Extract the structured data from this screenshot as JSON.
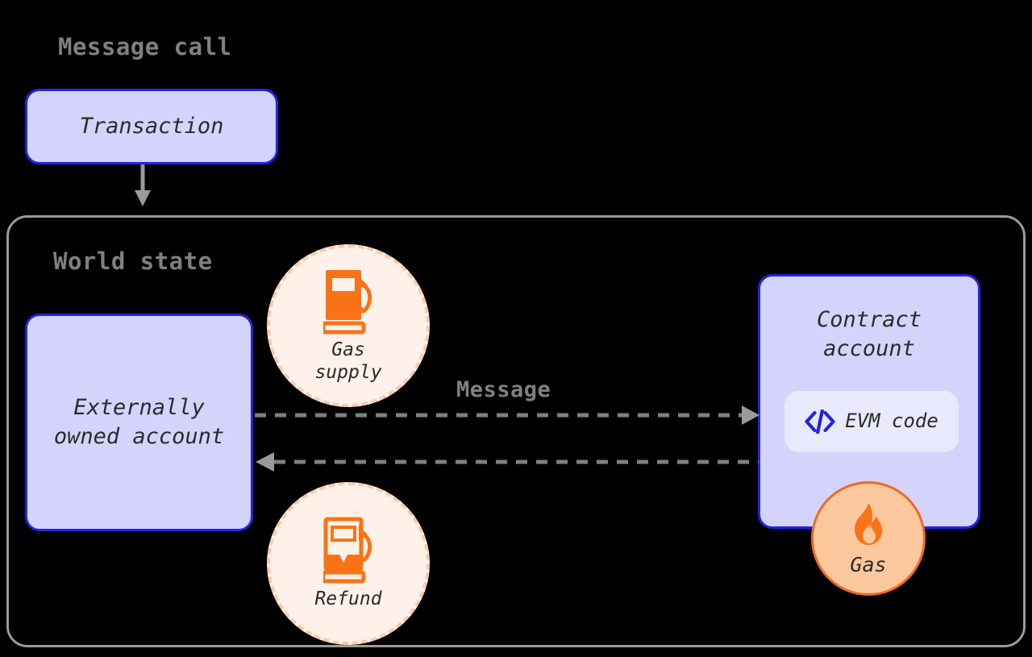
{
  "diagram": {
    "title": "Message call",
    "background_color": "#000000",
    "accent_blue": "#2323e6",
    "accent_orange": "#f26a21",
    "box_fill": "#d4d3fb",
    "circle_fill": "#fdf1ea",
    "gray": "#808080"
  },
  "headings": {
    "message_call": "Message call",
    "world_state": "World state"
  },
  "boxes": {
    "transaction": {
      "label": "Transaction"
    },
    "externally_owned_account": {
      "line1": "Externally",
      "line2": "owned account"
    },
    "contract_account": {
      "line1": "Contract",
      "line2": "account"
    },
    "evm_code": {
      "label": "EVM code",
      "icon": "code-brackets-icon"
    }
  },
  "circles": {
    "gas_supply": {
      "line1": "Gas",
      "line2": "supply",
      "icon": "gas-pump-full-icon"
    },
    "refund": {
      "line1": "Refund",
      "line2": "",
      "icon": "gas-pump-partial-icon"
    },
    "gas": {
      "label": "Gas",
      "icon": "flame-icon"
    }
  },
  "arrows": {
    "transaction_to_world_state": {
      "label": "",
      "style": "solid",
      "direction": "down",
      "color": "#9a9a9a"
    },
    "message": {
      "label": "Message",
      "style": "dashed",
      "direction": "right",
      "color": "#808080"
    },
    "return": {
      "label": "",
      "style": "dashed",
      "direction": "left",
      "color": "#808080"
    }
  }
}
